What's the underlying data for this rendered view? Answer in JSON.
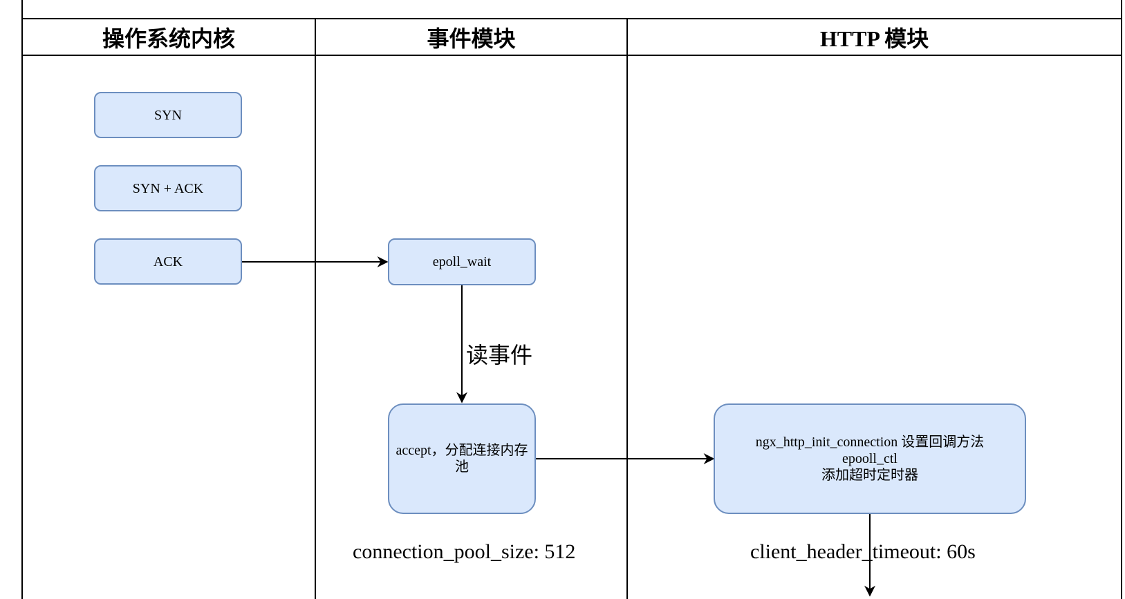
{
  "lanes": {
    "kernel": "操作系统内核",
    "event": "事件模块",
    "http": "HTTP 模块"
  },
  "nodes": {
    "syn": "SYN",
    "syn_ack": "SYN + ACK",
    "ack": "ACK",
    "epoll_wait": "epoll_wait",
    "accept": "accept，分配连接内存\n池",
    "init_connection": "ngx_http_init_connection 设置回调方法\nepooll_ctl\n添加超时定时器"
  },
  "edges": {
    "read_event": "读事件"
  },
  "annotations": {
    "pool_size": "connection_pool_size: 512",
    "header_timeout": "client_header_timeout: 60s"
  },
  "colors": {
    "node_fill": "#dae8fc",
    "node_stroke": "#6c8ebf",
    "line": "#000000"
  }
}
